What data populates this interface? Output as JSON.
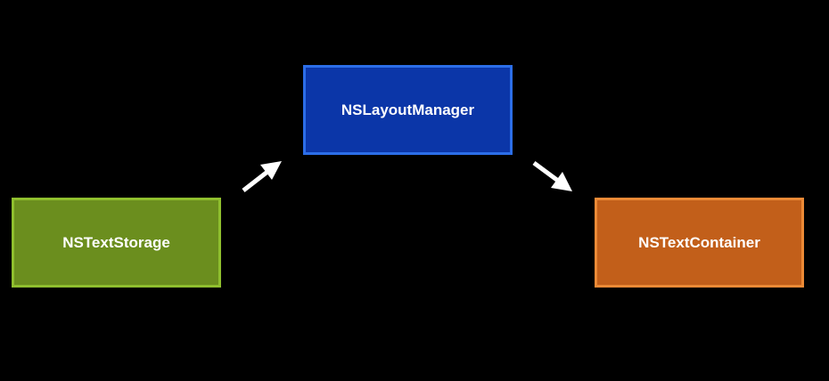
{
  "nodes": {
    "storage": {
      "label": "NSTextStorage"
    },
    "layout": {
      "label": "NSLayoutManager"
    },
    "container": {
      "label": "NSTextContainer"
    }
  },
  "colors": {
    "background": "#000000",
    "storage_fill": "#6b8e1e",
    "layout_fill": "#0b36a8",
    "container_fill": "#c25f1a",
    "arrow": "#ffffff"
  }
}
